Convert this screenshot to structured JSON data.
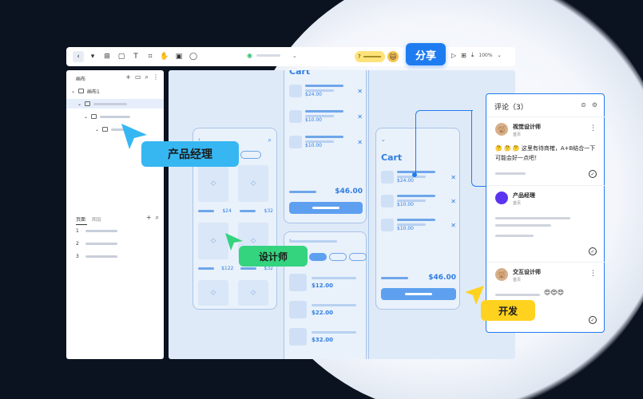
{
  "toolbar": {
    "share_label": "分享",
    "zoom_label": "100%",
    "user_badge": "?",
    "icons": [
      "back-arrow-icon",
      "frame-icon",
      "rect-icon",
      "text-icon",
      "crop-icon",
      "hand-icon",
      "image-icon",
      "comment-icon"
    ]
  },
  "layers_panel": {
    "title": "画布",
    "root_item": "画布1",
    "tabs": {
      "pages": "页面",
      "layers": "图层"
    },
    "pages": [
      "1",
      "2",
      "3"
    ]
  },
  "canvas": {
    "cart_title": "Cart",
    "prices_top": [
      "$24.00",
      "$10.00",
      "$10.00"
    ],
    "total_top": "$46.00",
    "prices_middle": [
      "$24.00",
      "$10.00",
      "$10.00"
    ],
    "total_middle": "$46.00",
    "grid_prices": [
      "$24",
      "$32",
      "$122",
      "$32"
    ],
    "prices_bottom": [
      "$12.00",
      "$22.00",
      "$32.00"
    ]
  },
  "comments": {
    "header": "评论（3）",
    "items": [
      {
        "name": "视觉设计师",
        "sub": "首页",
        "text": "🤔 🤔 🤔 这里有待商榷，A+B结合一下可能会好一点吧！"
      },
      {
        "name": "产品经理",
        "sub": "首页"
      },
      {
        "name": "交互设计师",
        "sub": "首页",
        "emoji": "😍😍😍"
      }
    ]
  },
  "role_tags": {
    "pm": "产品经理",
    "designer": "设计师",
    "developer": "开发"
  },
  "colors": {
    "accent": "#1f7cf0",
    "tag_pm": "#36b7f2",
    "tag_designer": "#34d47e",
    "tag_dev": "#ffd21f"
  }
}
